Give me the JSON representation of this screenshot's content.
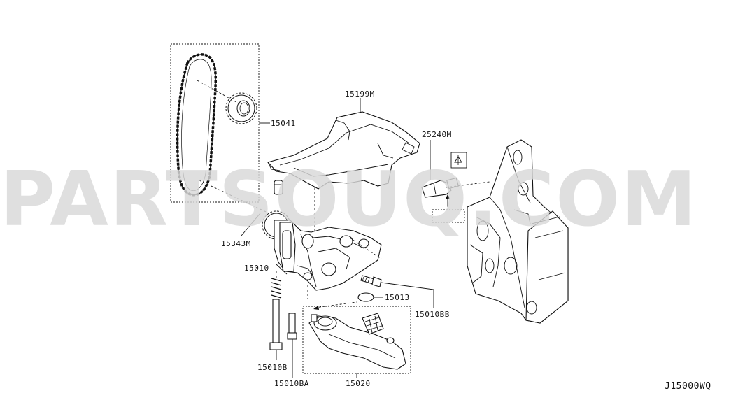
{
  "watermark": "PARTSOUQ.COM",
  "diagram_code": "J15000WQ",
  "callouts": {
    "chain": "15041",
    "baffle": "15199M",
    "sensor": "25240M",
    "spacer": "15343M",
    "pump": "15010",
    "spring_bolt": "15010B",
    "bolt": "15010BA",
    "strainer": "15020",
    "plug": "15013",
    "pump_bolt": "15010BB"
  }
}
